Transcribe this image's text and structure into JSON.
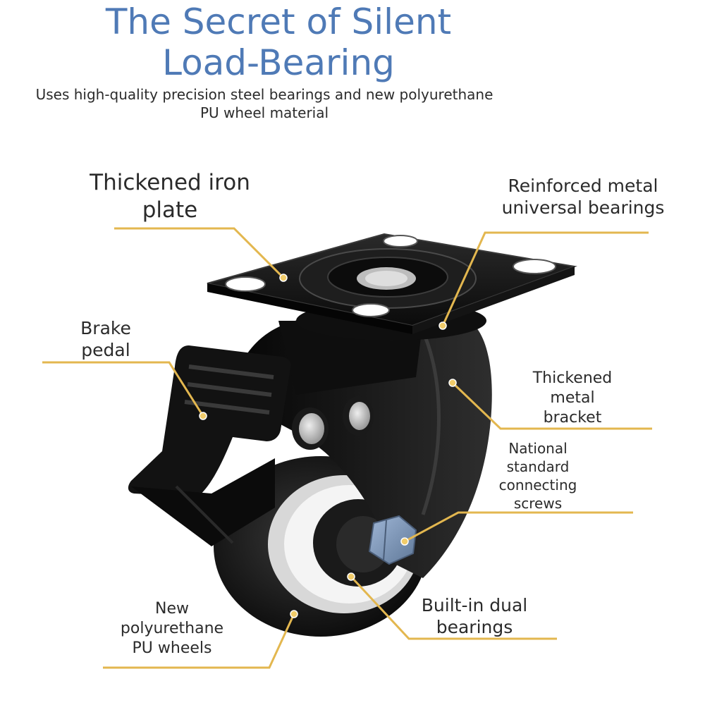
{
  "header": {
    "title_line1": "The Secret of Silent",
    "title_line2": "Load-Bearing",
    "subtitle_line1": "Uses high-quality precision steel bearings and new polyurethane",
    "subtitle_line2": "PU wheel material"
  },
  "callouts": {
    "iron_plate": [
      "Thickened iron",
      "plate"
    ],
    "universal_bearings": [
      "Reinforced metal",
      "universal bearings"
    ],
    "brake_pedal": [
      "Brake",
      "pedal"
    ],
    "metal_bracket": [
      "Thickened",
      "metal",
      "bracket"
    ],
    "connecting_screws": [
      "National",
      "standard",
      "connecting",
      "screws"
    ],
    "dual_bearings": [
      "Built-in dual",
      "bearings"
    ],
    "pu_wheels": [
      "New",
      "polyurethane",
      "PU wheels"
    ]
  },
  "colors": {
    "title": "#4f7ab6",
    "leader_line": "#e3b74f",
    "dot": "#f1cc6a",
    "caster_body": "#111111"
  }
}
